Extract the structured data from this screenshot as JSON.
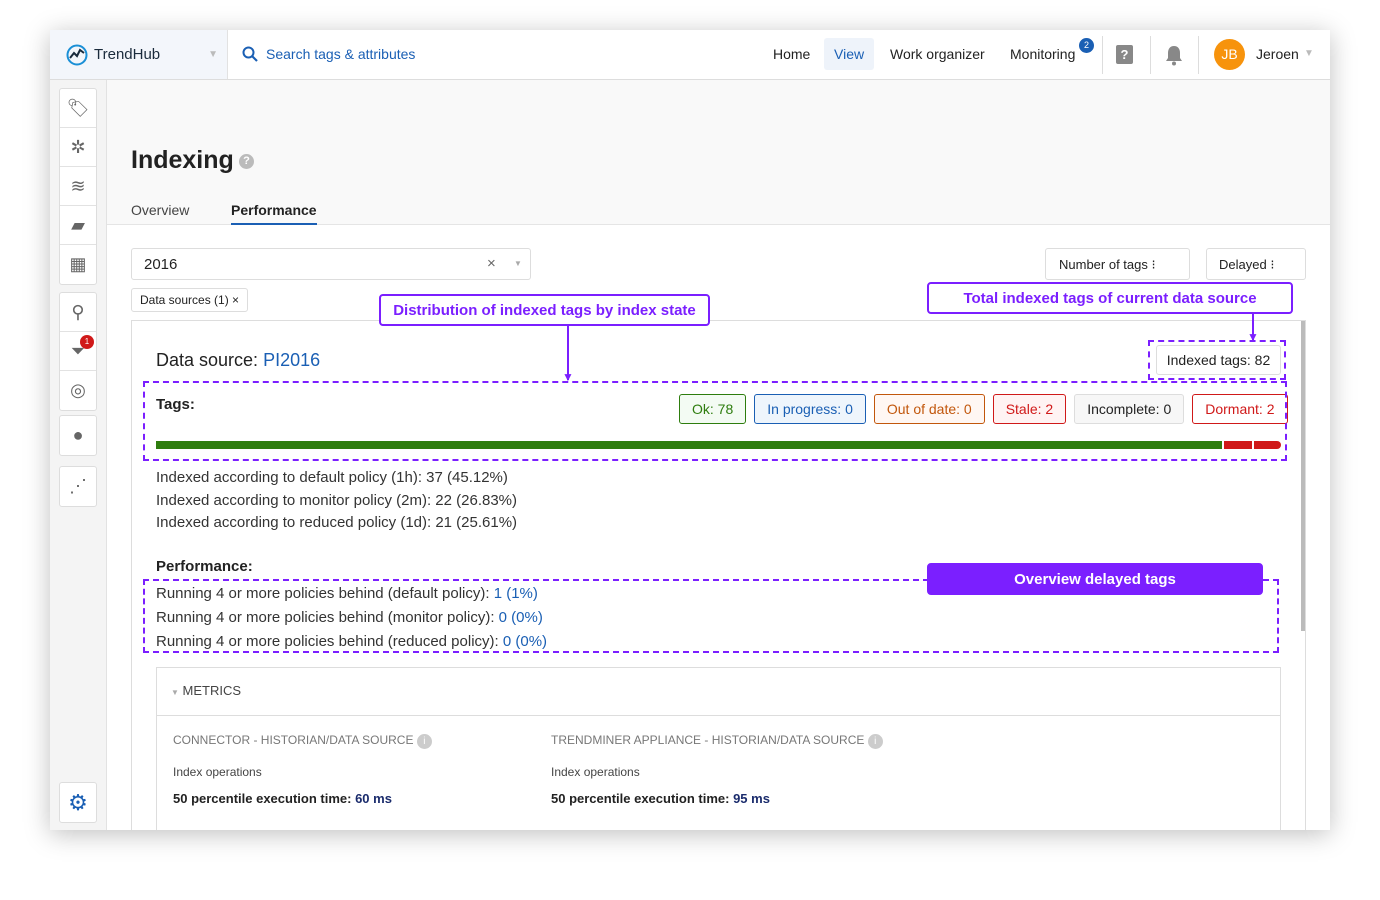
{
  "header": {
    "brand": "TrendHub",
    "search_label": "Search tags & attributes",
    "nav": [
      "Home",
      "View",
      "Work organizer",
      "Monitoring"
    ],
    "active_nav": "View",
    "monitoring_badge": "2",
    "user_initials": "JB",
    "user_name": "Jeroen"
  },
  "sidebar": {
    "filter_badge": "1",
    "icons": [
      "tag-icon",
      "sparkle-icon",
      "layers-icon",
      "comment-icon",
      "dashboard-icon",
      "search-icon",
      "filter-icon",
      "fingerprint-icon",
      "lightbulb-icon",
      "graph-icon",
      "gear-icon"
    ]
  },
  "page": {
    "title": "Indexing",
    "tabs": [
      "Overview",
      "Performance"
    ],
    "active_tab": "Performance"
  },
  "filter": {
    "value": "2016",
    "chip": "Data sources (1)",
    "sort_buttons": [
      "Number of tags",
      "Delayed"
    ]
  },
  "datasource": {
    "label": "Data source:",
    "name": "PI2016",
    "indexed_tags": "Indexed tags: 82",
    "tags_label": "Tags:",
    "states": [
      {
        "label": "Ok: 78",
        "color": "#2e7d0e",
        "bg": "#f3fbf3"
      },
      {
        "label": "In progress: 0",
        "color": "#1a5fb4",
        "bg": "#eef5fc"
      },
      {
        "label": "Out of date: 0",
        "color": "#c2570c",
        "bg": "#fff7f3"
      },
      {
        "label": "Stale: 2",
        "color": "#d01919",
        "bg": "#fff3f3"
      },
      {
        "label": "Incomplete: 0",
        "color": "#222",
        "bg": "#f7f7f7"
      },
      {
        "label": "Dormant: 2",
        "color": "#d01919",
        "bg": "#fff"
      }
    ],
    "bar": {
      "ok": 78,
      "stale": 2,
      "dormant": 2,
      "total": 82
    },
    "policies": [
      "Indexed according to default policy (1h): 37 (45.12%)",
      "Indexed according to monitor policy (2m): 22 (26.83%)",
      "Indexed according to reduced policy (1d): 21 (25.61%)"
    ],
    "performance_label": "Performance:",
    "perf": [
      {
        "text": "Running 4 or more policies behind (default policy): ",
        "value": "1 (1%)"
      },
      {
        "text": "Running 4 or more policies behind (monitor policy): ",
        "value": "0 (0%)"
      },
      {
        "text": "Running 4 or more policies behind (reduced policy): ",
        "value": "0 (0%)"
      }
    ]
  },
  "metrics": {
    "title": "METRICS",
    "cols": [
      {
        "heading": "CONNECTOR - HISTORIAN/DATA SOURCE",
        "sub": "Index operations",
        "label": "50 percentile execution time: ",
        "value": "60 ms"
      },
      {
        "heading": "TRENDMINER APPLIANCE - HISTORIAN/DATA SOURCE",
        "sub": "Index operations",
        "label": "50 percentile execution time: ",
        "value": "95 ms"
      }
    ]
  },
  "annotations": {
    "distribution": "Distribution of indexed tags by index state",
    "total": "Total indexed tags of current data source",
    "delayed": "Overview delayed tags"
  }
}
